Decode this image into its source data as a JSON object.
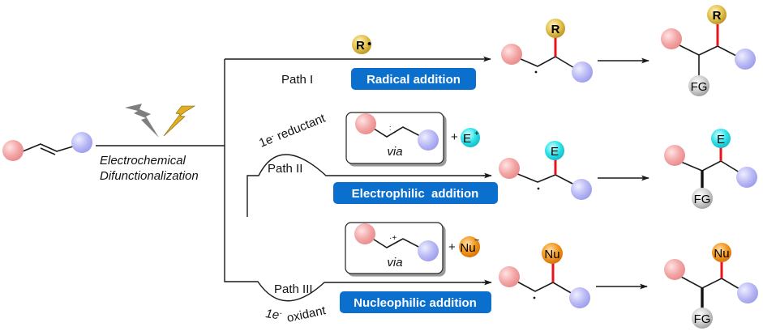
{
  "colors": {
    "accent_blue": "#0b6fce",
    "red_bond": "#e8141c",
    "ball_red": "#f3a5a5",
    "ball_blue": "#b9b9f5",
    "ball_gold": "#d7b43c",
    "ball_cyan": "#2ee3ea",
    "ball_orange": "#f29a1f",
    "ball_gray": "#c8c8c8",
    "bolt_gray": "#808080",
    "bolt_gold": "#e0b022"
  },
  "left": {
    "caption_line1": "Electrochemical",
    "caption_line2": "Difunctionalization"
  },
  "paths": [
    {
      "id": "path-1",
      "path_label": "Path I",
      "badge": "Radical addition",
      "reagent": "R",
      "reagent_suffix": "•",
      "product_group": "R",
      "final_group": "FG"
    },
    {
      "id": "path-2",
      "path_label": "Path II",
      "badge": "Electrophilic  addition",
      "condition": "1e- reductant",
      "condition_main": "1e",
      "condition_sup": "-",
      "condition_rest": " reductant",
      "via_label": "via",
      "plus": "+",
      "reagent": "E",
      "reagent_charge": "+",
      "product_group": "E",
      "final_group": "FG"
    },
    {
      "id": "path-3",
      "path_label": "Path III",
      "badge": "Nucleophilic addition",
      "condition_main": "1e",
      "condition_sup": "-",
      "condition_rest": "oxidant",
      "via_label": "via",
      "plus": "+",
      "reagent": "Nu",
      "reagent_charge": "−",
      "product_group": "Nu",
      "final_group": "FG"
    }
  ]
}
